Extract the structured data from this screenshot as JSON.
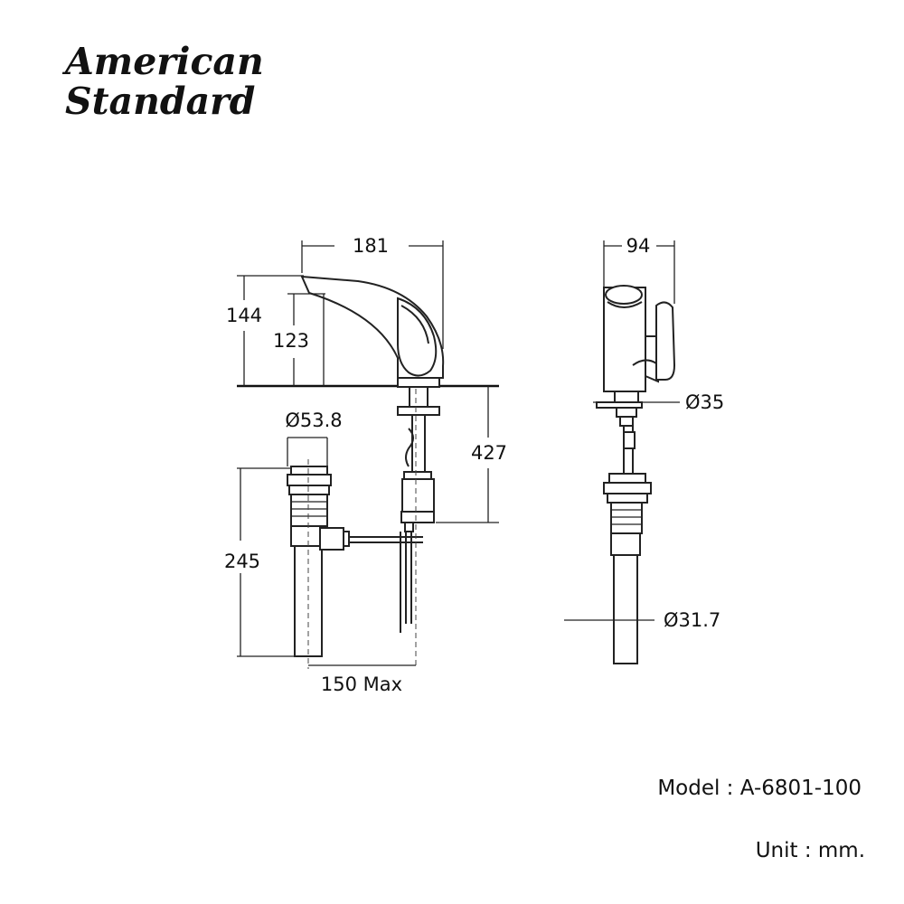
{
  "brand": {
    "line1": "American",
    "line2": "Standard"
  },
  "model": "Model : A-6801-100",
  "unit": "Unit : mm.",
  "dimensions": {
    "width_front": "181",
    "height_total": "144",
    "spout_height": "123",
    "below_deck": "427",
    "waste_diameter": "Ø53.8",
    "waste_height": "245",
    "spacing": "150 Max",
    "width_side": "94",
    "body_diameter": "Ø35",
    "tail_diameter": "Ø31.7"
  }
}
